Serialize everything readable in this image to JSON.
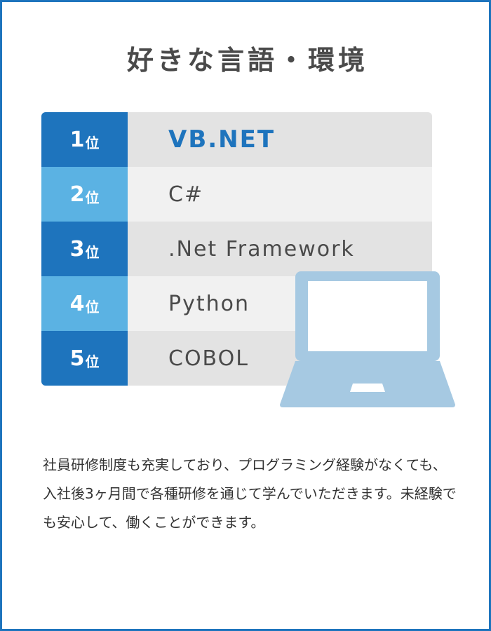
{
  "title": "好きな言語・環境",
  "ranking": [
    {
      "rank": "1",
      "suffix": "位",
      "language": "VB.NET"
    },
    {
      "rank": "2",
      "suffix": "位",
      "language": "C#"
    },
    {
      "rank": "3",
      "suffix": "位",
      "language": ".Net Framework"
    },
    {
      "rank": "4",
      "suffix": "位",
      "language": "Python"
    },
    {
      "rank": "5",
      "suffix": "位",
      "language": "COBOL"
    }
  ],
  "description": "社員研修制度も充実しており、プログラミング経験がなくても、入社後3ヶ月間で各種研修を通じて学んでいただきます。未経験でも安心して、働くことができます。",
  "icons": {
    "laptop": "laptop-icon"
  },
  "colors": {
    "accent_dark": "#1e74bd",
    "accent_light": "#5bb2e3",
    "laptop": "#a6c9e2",
    "text": "#4a4a4a"
  }
}
